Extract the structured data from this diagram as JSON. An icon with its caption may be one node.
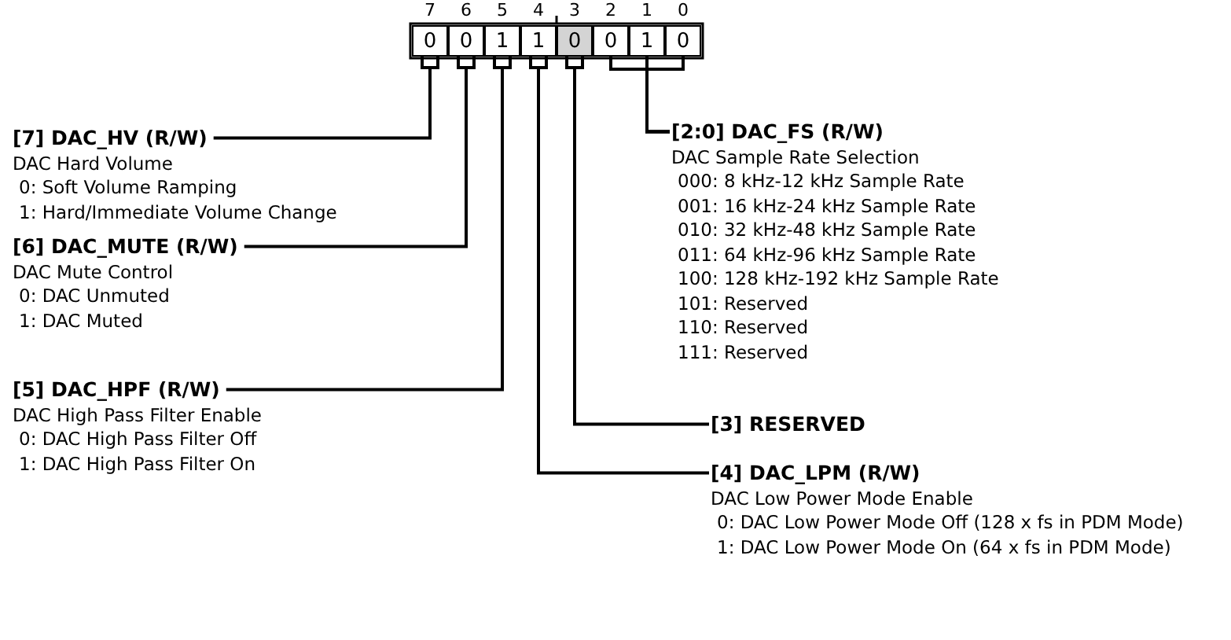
{
  "diagram": {
    "nodes": [
      {
        "text": [
          "0"
        ],
        "beside": [
          "7"
        ]
      },
      {
        "text": [
          "0"
        ],
        "beside": [
          "6"
        ]
      },
      {
        "text": [
          "1"
        ],
        "beside": [
          "5"
        ]
      },
      {
        "text": [
          "1"
        ],
        "beside": [
          "4"
        ]
      },
      {
        "text": [
          "0"
        ],
        "beside": [
          "3"
        ]
      },
      {
        "text": [
          "0"
        ],
        "beside": [
          "2"
        ]
      },
      {
        "text": [
          "1"
        ],
        "beside": [
          "1"
        ]
      },
      {
        "text": [
          "0"
        ],
        "beside": [
          "0"
        ]
      },
      {
        "text": [
          "[7] DAC_HV (R/W)",
          "DAC Hard Volume",
          "0: Soft Volume Ramping",
          "1: Hard/Immediate Volume Change"
        ]
      },
      {
        "text": [
          "[6] DAC_MUTE (R/W)",
          "DAC Mute Control",
          "0: DAC Unmuted",
          "1: DAC Muted"
        ]
      },
      {
        "text": [
          "[5] DAC_HPF (R/W)",
          "DAC High Pass Filter Enable",
          "0: DAC High Pass Filter Off",
          "1: DAC High Pass Filter On"
        ]
      },
      {
        "text": [
          "[2:0] DAC_FS (R/W)",
          "DAC Sample Rate Selection",
          "000: 8 kHz-12 kHz Sample Rate",
          "001: 16 kHz-24 kHz Sample Rate",
          "010: 32 kHz-48 kHz Sample Rate",
          "011: 64 kHz-96 kHz Sample Rate",
          "100: 128 kHz-192 kHz Sample Rate",
          "101: Reserved",
          "110: Reserved",
          "111: Reserved"
        ]
      },
      {
        "text": [
          "[3] RESERVED"
        ]
      },
      {
        "text": [
          "[4] DAC_LPM (R/W)",
          "DAC Low Power Mode Enable",
          "0: DAC Low Power Mode Off (128 x fs in PDM Mode)",
          "1: DAC Low Power Mode On (64 x fs in PDM Mode)"
        ]
      }
    ],
    "edges": [
      {
        "from": 0,
        "to": 8,
        "arrow": "none"
      },
      {
        "from": 1,
        "to": 9,
        "arrow": "none"
      },
      {
        "from": 2,
        "to": 10,
        "arrow": "none"
      },
      {
        "from": 5,
        "to": 11,
        "arrow": "none"
      },
      {
        "from": 6,
        "to": 11,
        "arrow": "none"
      },
      {
        "from": 7,
        "to": 11,
        "arrow": "none"
      },
      {
        "from": 4,
        "to": 12,
        "arrow": "none"
      },
      {
        "from": 3,
        "to": 13,
        "arrow": "none"
      }
    ]
  }
}
